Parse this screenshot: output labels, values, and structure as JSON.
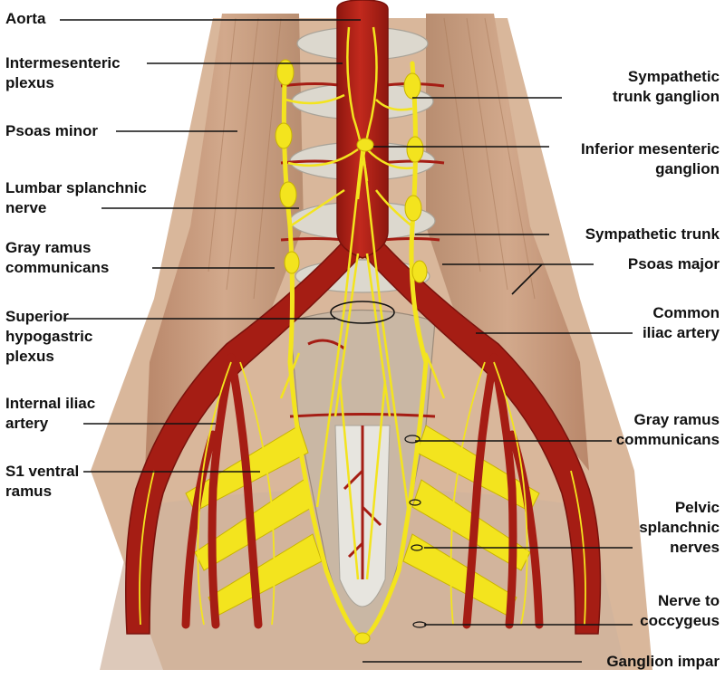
{
  "labels": {
    "aorta": [
      "Aorta"
    ],
    "intermesenteric_plexus": [
      "Intermesenteric",
      "plexus"
    ],
    "psoas_minor": [
      "Psoas minor"
    ],
    "lumbar_splanchnic_nerve": [
      "Lumbar splanchnic",
      "nerve"
    ],
    "gray_ramus_left": [
      "Gray ramus",
      "communicans"
    ],
    "superior_hypogastric_plexus": [
      "Superior",
      "hypogastric",
      "plexus"
    ],
    "internal_iliac_artery": [
      "Internal iliac",
      "artery"
    ],
    "s1_ventral_ramus": [
      "S1 ventral",
      "ramus"
    ],
    "sympathetic_trunk_ganglion": [
      "Sympathetic",
      "trunk ganglion"
    ],
    "inferior_mesenteric_ganglion": [
      "Inferior mesenteric",
      "ganglion"
    ],
    "sympathetic_trunk": [
      "Sympathetic trunk"
    ],
    "psoas_major": [
      "Psoas major"
    ],
    "common_iliac_artery": [
      "Common",
      "iliac artery"
    ],
    "gray_ramus_right": [
      "Gray ramus",
      "communicans"
    ],
    "pelvic_splanchnic_nerves": [
      "Pelvic",
      "splanchnic",
      "nerves"
    ],
    "nerve_to_coccygeus": [
      "Nerve to",
      "coccygeus"
    ],
    "ganglion_impar": [
      "Ganglion impar"
    ]
  },
  "colors": {
    "artery": "#a51d14",
    "artery_dark": "#7a120c",
    "nerve": "#f3e41e",
    "nerve_edge": "#c9b400",
    "muscle": "#c79b7a",
    "muscle_dark": "#a97a5a",
    "bone": "#d9d6cc",
    "tissue": "#d8b79a",
    "leader": "#111111"
  }
}
